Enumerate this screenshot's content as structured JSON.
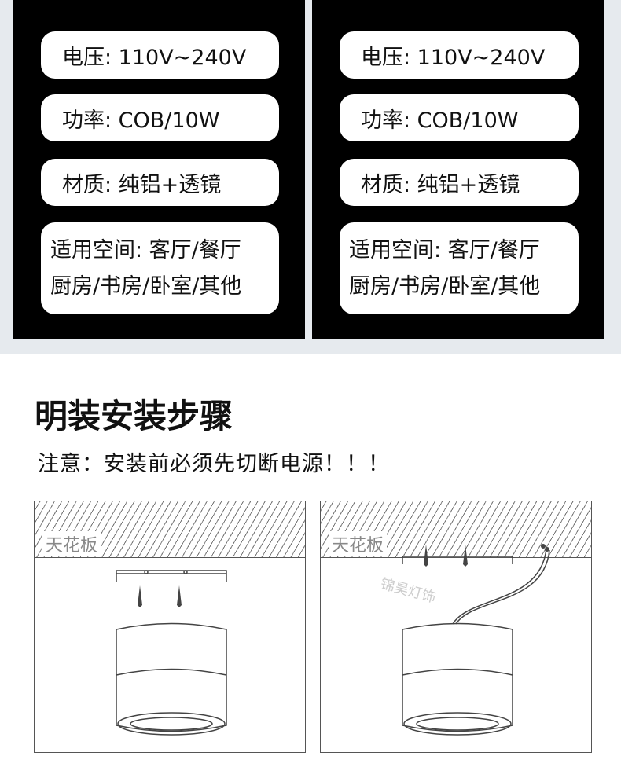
{
  "specs_panels": [
    {
      "voltage": "电压: 110V~240V",
      "power": "功率: COB/10W",
      "material": "材质: 纯铝+透镜",
      "usage_line1": "适用空间: 客厅/餐厅",
      "usage_line2": "厨房/书房/卧室/其他"
    },
    {
      "voltage": "电压: 110V~240V",
      "power": "功率: COB/10W",
      "material": "材质: 纯铝+透镜",
      "usage_line1": "适用空间: 客厅/餐厅",
      "usage_line2": "厨房/书房/卧室/其他"
    }
  ],
  "install": {
    "title": "明装安装步骤",
    "note": "注意：安装前必须先切断电源！！！",
    "diagrams": [
      {
        "ceiling_label": "天花板"
      },
      {
        "ceiling_label": "天花板"
      }
    ],
    "watermark": "锦昊灯饰"
  }
}
